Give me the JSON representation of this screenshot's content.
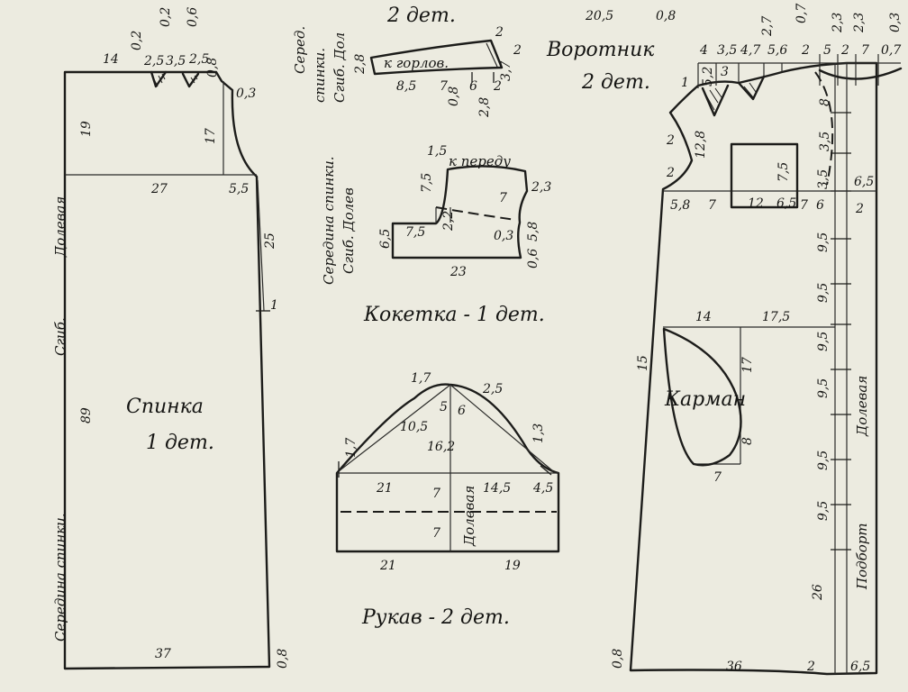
{
  "titles": {
    "back": "Спинка",
    "back_count": "1 дет.",
    "yoke": "Кокетка - 1 дет.",
    "sleeve": "Рукав - 2 дет.",
    "collar": "Воротник",
    "collar_count": "2 дет.",
    "facing_count": "2 дет.",
    "pocket": "Карман"
  },
  "labels": {
    "back_grain": "Долевая",
    "back_fold": "Сгиб.",
    "back_center": "Середина спинки.",
    "facing_side1": "Серед.",
    "facing_side2": "спинки.",
    "facing_side3": "Сгиб. Дол",
    "to_neck": "к горлов.",
    "yoke_center1": "Середина спинки.",
    "yoke_center2": "Сгиб. Долев",
    "yoke_front": "к переду",
    "sleeve_grain": "Долевая",
    "front_grain": "Долевая",
    "front_facing": "Подборт"
  },
  "measures": {
    "back": [
      "14",
      "0,2",
      "2,5",
      "0,2",
      "3,5",
      "2,5",
      "0,6",
      "0,8",
      "0,3",
      "19",
      "17",
      "27",
      "5,5",
      "25",
      "1",
      "89",
      "37",
      "0,8"
    ],
    "facing": [
      "2,8",
      "8,5",
      "7",
      "0,8",
      "6",
      "2,8",
      "2",
      "3,7",
      "2",
      "2"
    ],
    "top": [
      "20,5",
      "0,8"
    ],
    "yoke": [
      "1,5",
      "7,5",
      "2,3",
      "7",
      "2,2",
      "6,5",
      "7,5",
      "0,3",
      "5,8",
      "0,6",
      "23"
    ],
    "sleeve": [
      "1,7",
      "2,5",
      "10,5",
      "5",
      "6",
      "1,7",
      "1,3",
      "16,2",
      "21",
      "7",
      "14,5",
      "4,5",
      "7",
      "21",
      "19"
    ],
    "front_top": [
      "4",
      "3,5",
      "4,7",
      "5,6",
      "2",
      "5",
      "2",
      "7",
      "0,7",
      "2,7",
      "0,7",
      "2,3",
      "2,3",
      "0,3"
    ],
    "front": [
      "1",
      "5,2",
      "3",
      "2",
      "12,8",
      "7,5",
      "8",
      "3,5",
      "2",
      "5,8",
      "7",
      "12",
      "6,5",
      "7",
      "6",
      "3,5",
      "6,5",
      "2",
      "9,5",
      "9,5",
      "14",
      "17,5",
      "9,5",
      "15",
      "17",
      "9,5",
      "8",
      "7",
      "9,5",
      "9,5",
      "26",
      "0,8",
      "36",
      "2",
      "6,5"
    ]
  }
}
